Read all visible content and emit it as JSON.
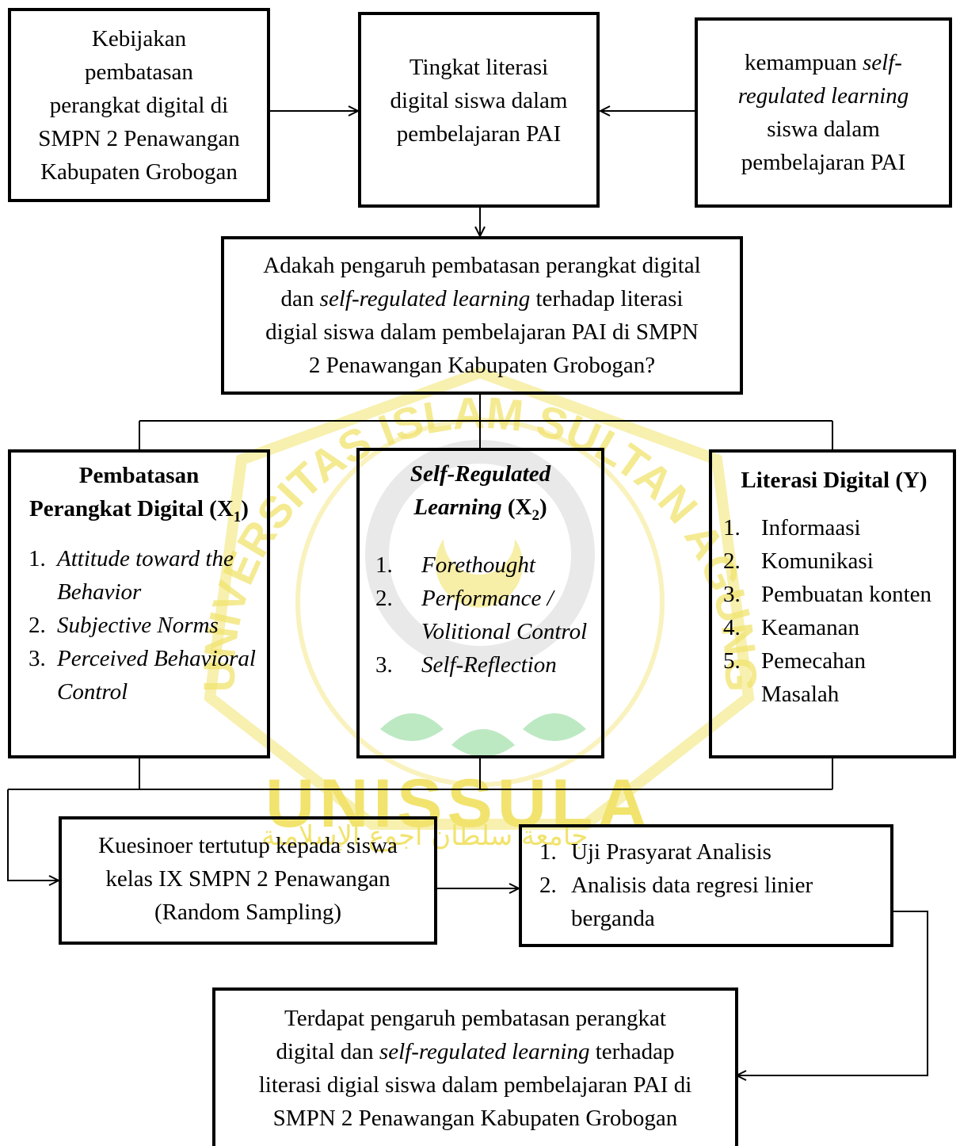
{
  "watermark": {
    "arc_text": "UNIVERSITAS ISLAM SULTAN AGUNG",
    "word": "UNISSULA",
    "arabic": "جامعة سلطان أجوع الإسلامية",
    "color": "#f1e36e"
  },
  "box1": {
    "lines": [
      "Kebijakan",
      "pembatasan",
      "perangkat digital di",
      "SMPN 2 Penawangan",
      "Kabupaten Grobogan"
    ]
  },
  "box2": {
    "lines": [
      "Tingkat literasi",
      "digital siswa dalam",
      "pembelajaran PAI"
    ]
  },
  "box3": {
    "line1_a": "kemampuan ",
    "line1_b": "self-",
    "line2": "regulated learning",
    "line3": "siswa dalam",
    "line4": "pembelajaran PAI"
  },
  "question": {
    "l1": "Adakah pengaruh pembatasan perangkat digital",
    "l2_a": "dan ",
    "l2_b": "self-regulated learning",
    "l2_c": " terhadap literasi",
    "l3": "digial siswa dalam pembelajaran PAI di SMPN",
    "l4": "2 Penawangan Kabupaten Grobogan?"
  },
  "x1": {
    "title1": "Pembatasan",
    "title2": "Perangkat Digital (X",
    "sub": "1",
    "close": ")",
    "items": [
      {
        "n": "1.",
        "text": "Attitude toward the Behavior"
      },
      {
        "n": "2.",
        "text": "Subjective Norms"
      },
      {
        "n": "3.",
        "text": "Perceived Behavioral Control"
      }
    ]
  },
  "x2": {
    "title1": "Self-Regulated",
    "title2_a": "Learning",
    "title2_b": " (X",
    "sub": "2",
    "close": ")",
    "items": [
      {
        "n": "1.",
        "text": "Forethought"
      },
      {
        "n": "2.",
        "text": "Performance / Volitional Control"
      },
      {
        "n": "3.",
        "text": "Self-Reflection"
      }
    ]
  },
  "y": {
    "title": "Literasi Digital (Y)",
    "items": [
      {
        "n": "1.",
        "text": "Informaasi"
      },
      {
        "n": "2.",
        "text": "Komunikasi"
      },
      {
        "n": "3.",
        "text": "Pembuatan konten"
      },
      {
        "n": "4.",
        "text": "Keamanan"
      },
      {
        "n": "5.",
        "text": "Pemecahan Masalah"
      }
    ]
  },
  "kuesioner": {
    "lines": [
      "Kuesinoer tertutup kepada siswa",
      "kelas IX SMPN 2 Penawangan",
      "(Random Sampling)"
    ]
  },
  "analisis": {
    "items": [
      {
        "n": "1.",
        "text": "Uji Prasyarat Analisis"
      },
      {
        "n": "2.",
        "text": "Analisis data regresi linier berganda"
      }
    ]
  },
  "conclusion": {
    "l1": "Terdapat pengaruh pembatasan perangkat",
    "l2_a": "digital dan ",
    "l2_b": "self-regulated learning",
    "l2_c": " terhadap",
    "l3": "literasi digial siswa dalam pembelajaran PAI di",
    "l4": "SMPN 2 Penawangan Kabupaten Grobogan"
  }
}
